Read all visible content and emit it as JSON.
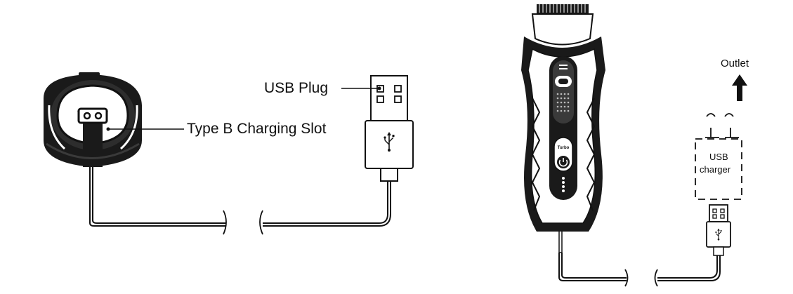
{
  "labels": {
    "usb_plug": "USB Plug",
    "charging_slot": "Type B Charging Slot",
    "outlet": "Outlet",
    "usb_charger_line1": "USB",
    "usb_charger_line2": "charger",
    "turbo": "Turbo"
  },
  "icons": {
    "usb_symbol": "usb-icon",
    "power_symbol": "power-icon",
    "arrow": "arrow-up-icon"
  },
  "colors": {
    "ink": "#111111",
    "body_dark": "#1a1a1a",
    "body_mid": "#3a3a3a",
    "background": "#ffffff"
  }
}
